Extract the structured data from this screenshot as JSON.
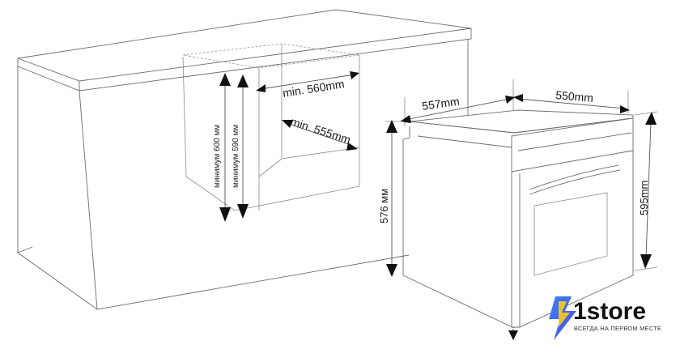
{
  "dimensions": {
    "cabinet_width": "min. 560mm",
    "cabinet_depth": "min. 555mm",
    "cabinet_height_600": "минимум 600 мм",
    "cabinet_height_590": "минимум 590 мм",
    "oven_depth": "557mm",
    "oven_width": "550mm",
    "oven_body_height": "576 мм",
    "oven_total_height": "595mm"
  },
  "brand": {
    "name": "1store",
    "tagline": "ВСЕГДА НА ПЕРВОМ МЕСТЕ",
    "accent": "#2563eb",
    "accent2": "#4f46e5",
    "bolt": "#facc15"
  }
}
